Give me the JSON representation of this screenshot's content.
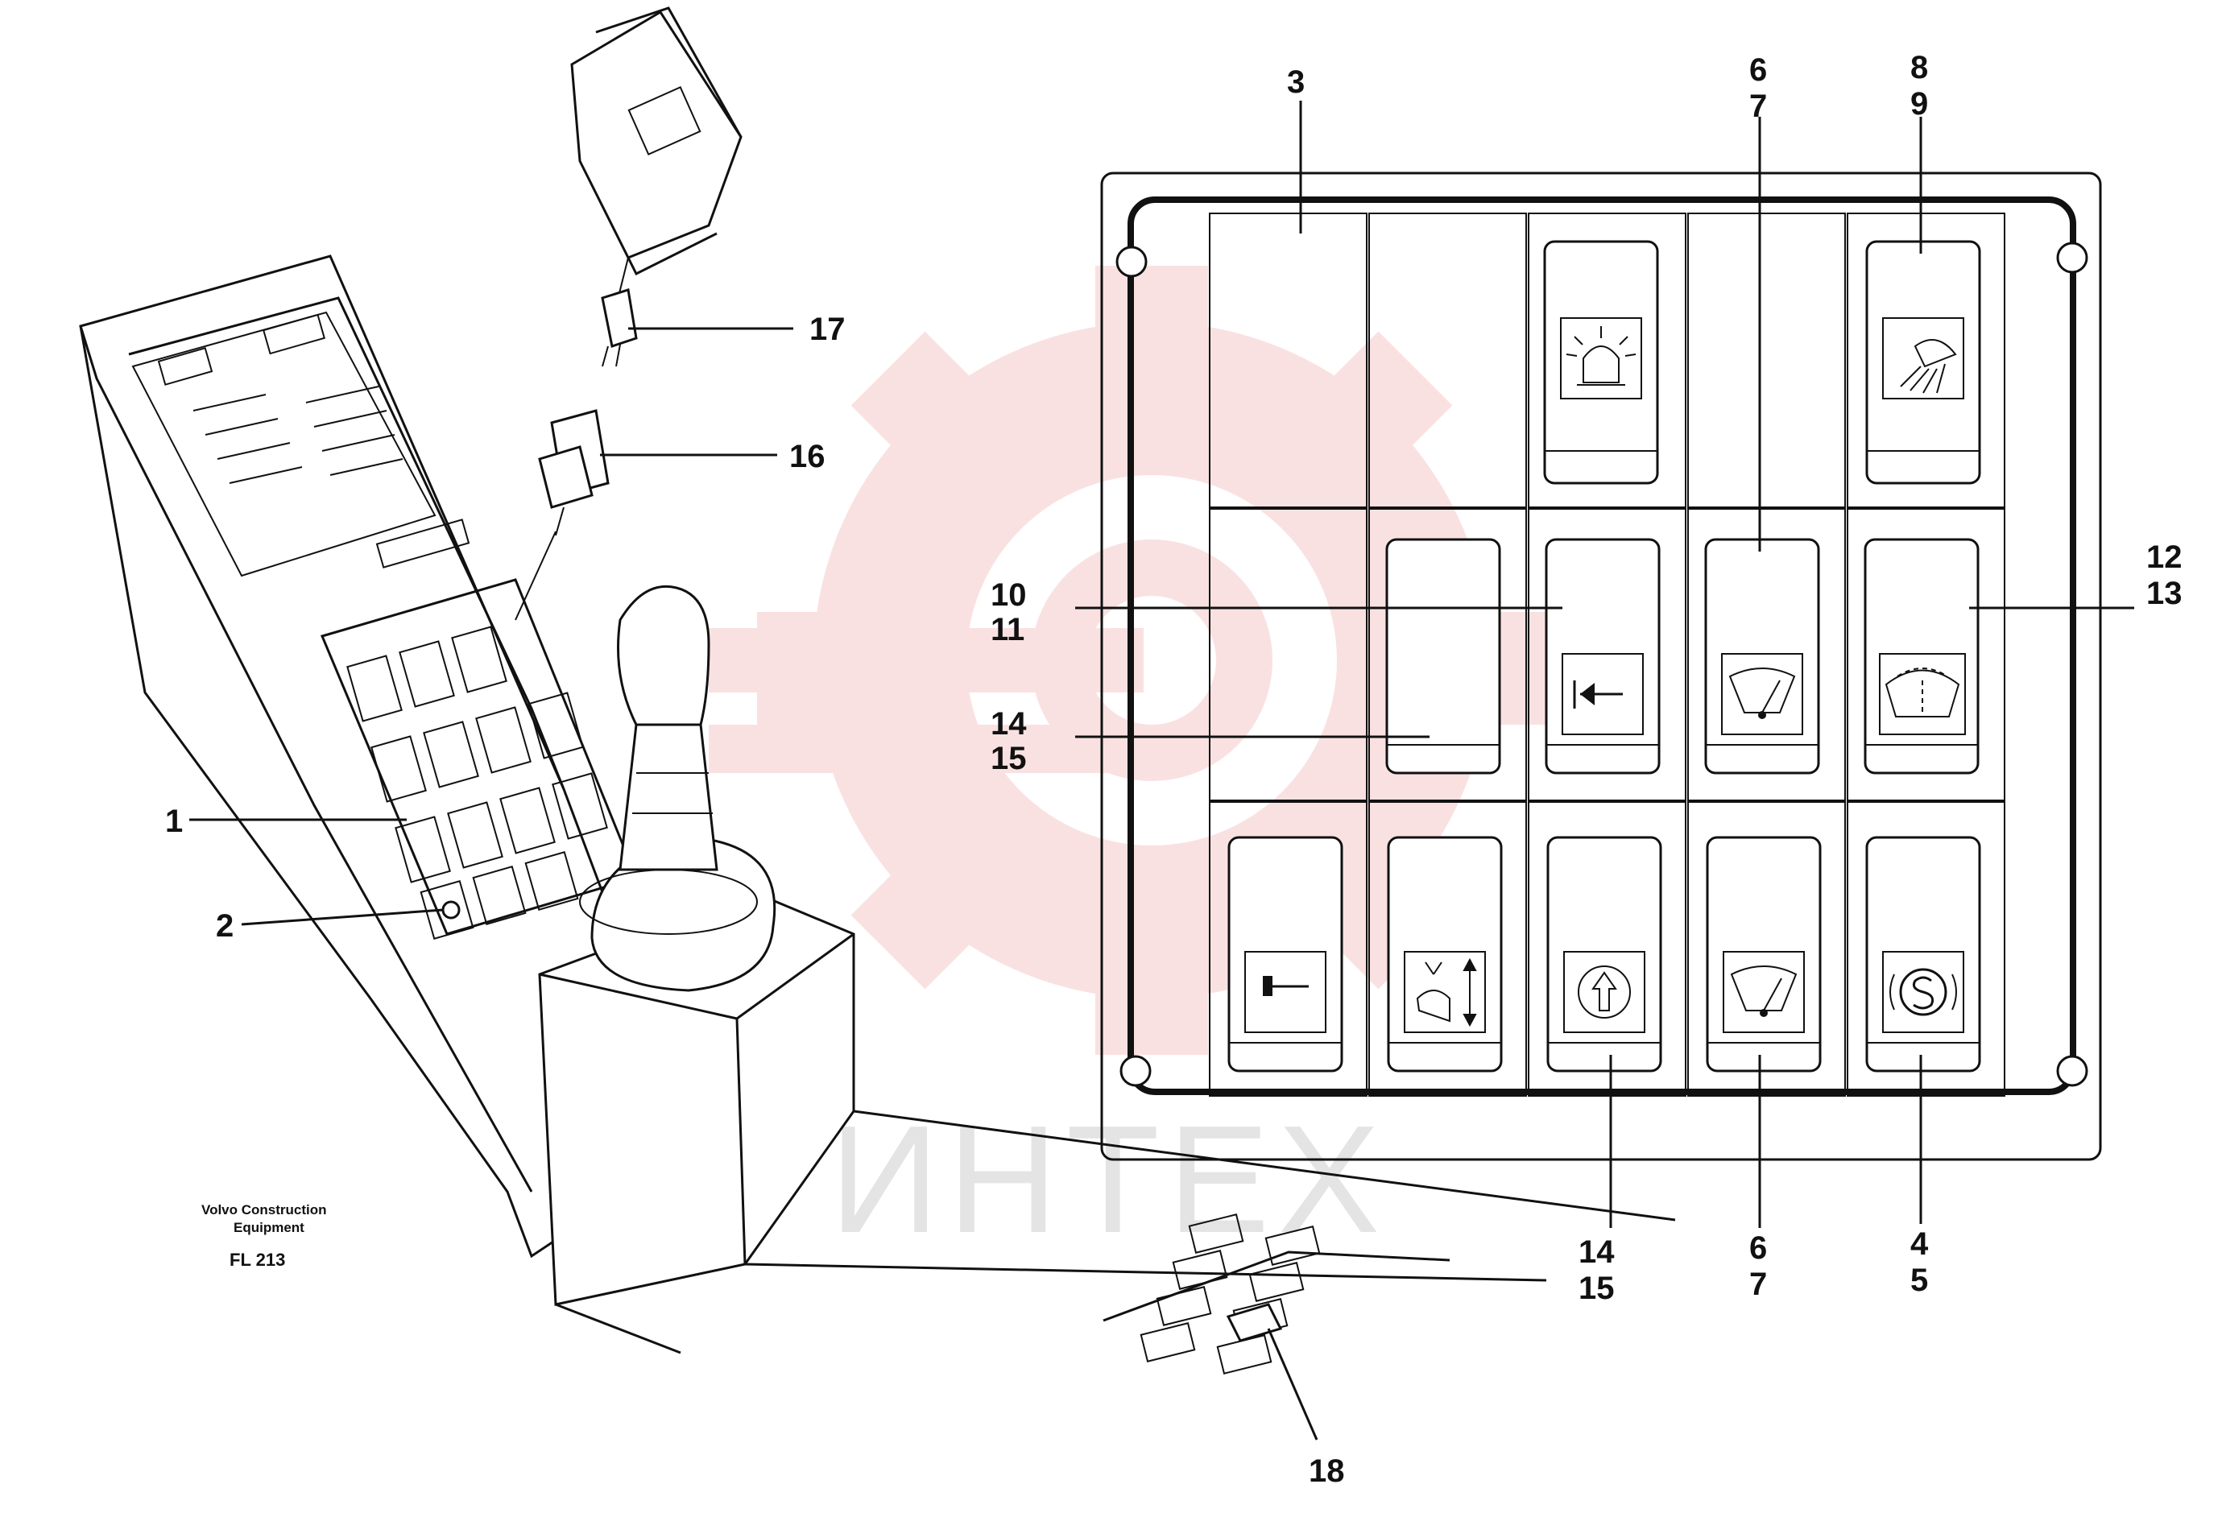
{
  "watermark": {
    "text": "ИНТЕХ",
    "gear_color": "#f6c9c9"
  },
  "caption": {
    "maker_line1": "Volvo Construction",
    "maker_line2": "Equipment",
    "figure_code": "FL 213"
  },
  "callouts": {
    "c1": "1",
    "c2": "2",
    "c3": "3",
    "c4": "4",
    "c5": "5",
    "c6_top": "6",
    "c7_top": "7",
    "c6_bottom": "6",
    "c7_bottom": "7",
    "c8": "8",
    "c9": "9",
    "c10": "10",
    "c11": "11",
    "c12": "12",
    "c13": "13",
    "c14_mid": "14",
    "c15_mid": "15",
    "c14_bottom": "14",
    "c15_bottom": "15",
    "c16": "16",
    "c17": "17",
    "c18": "18"
  },
  "switch_symbols": [
    "rotating-beacon-icon",
    "work-light-icon",
    "arrow-left-icon",
    "front-wiper-icon",
    "rear-wiper-icon",
    "hammer-icon",
    "bucket-lift-icon",
    "arrow-up-circle-icon",
    "wiper-icon",
    "parking-brake-icon"
  ],
  "colors": {
    "line": "#111111",
    "background": "#ffffff"
  }
}
